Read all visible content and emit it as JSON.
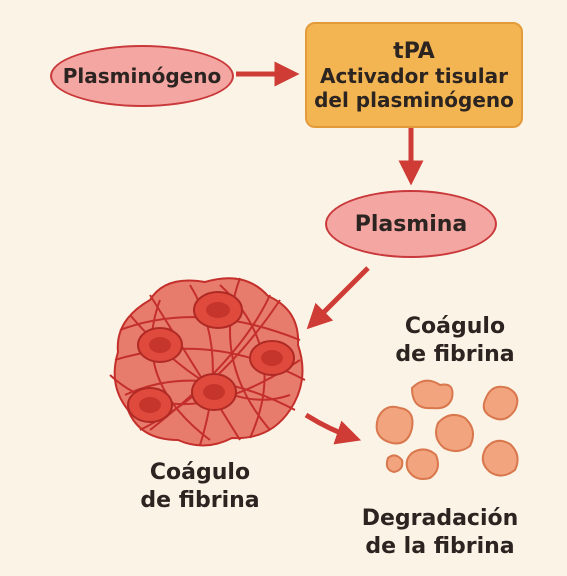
{
  "nodes": {
    "plasminogen": "Plasminógeno",
    "tpa_title": "tPA",
    "tpa_line1": "Activador tisular",
    "tpa_line2": "del plasminógeno",
    "plasmin": "Plasmina"
  },
  "labels": {
    "clot_right_line1": "Coágulo",
    "clot_right_line2": "de fibrina",
    "clot_left_line1": "Coágulo",
    "clot_left_line2": "de fibrina",
    "degradation_line1": "Degradación",
    "degradation_line2": "de la fibrina"
  },
  "colors": {
    "arrow": "#cf3b35",
    "oval_fill": "#f4a6a2",
    "box_fill": "#f2b552",
    "clot_fill": "#e87c6c",
    "fiber": "#c42f2b",
    "cell": "#e04a3d",
    "fragment": "#f1a47e"
  }
}
